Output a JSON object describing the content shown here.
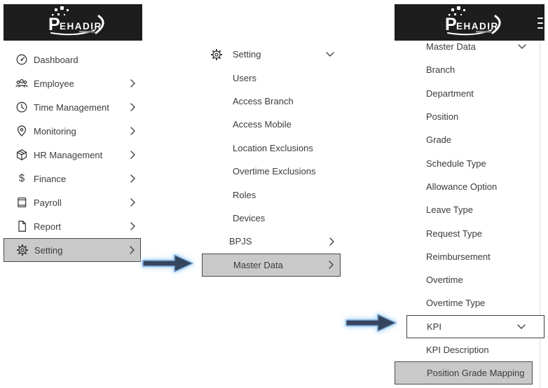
{
  "brand": {
    "name": "PEHADIR"
  },
  "colors": {
    "header_bg": "#1d1d1d",
    "text": "#3b3b3b",
    "highlight_bg": "#c9c9c9",
    "highlight_border": "#4a4a4a",
    "arrow_fill": "#36455e",
    "arrow_glow": "#a8d2f2",
    "divider": "#dcdcdc"
  },
  "panel_left": {
    "items": [
      {
        "label": "Dashboard",
        "icon": "gauge",
        "chevron": null,
        "highlighted": false
      },
      {
        "label": "Employee",
        "icon": "people",
        "chevron": "right",
        "highlighted": false
      },
      {
        "label": "Time Management",
        "icon": "clock",
        "chevron": "right",
        "highlighted": false
      },
      {
        "label": "Monitoring",
        "icon": "location-pin",
        "chevron": "right",
        "highlighted": false
      },
      {
        "label": "HR Management",
        "icon": "cube",
        "chevron": "right",
        "highlighted": false
      },
      {
        "label": "Finance",
        "icon": "dollar",
        "chevron": "right",
        "highlighted": false
      },
      {
        "label": "Payroll",
        "icon": "book",
        "chevron": "right",
        "highlighted": false
      },
      {
        "label": "Report",
        "icon": "document",
        "chevron": "right",
        "highlighted": false
      },
      {
        "label": "Setting",
        "icon": "gear",
        "chevron": "right",
        "highlighted": true
      }
    ]
  },
  "panel_middle": {
    "items": [
      {
        "label": "Setting",
        "icon": "gear",
        "chevron": "down",
        "highlighted": false
      },
      {
        "label": "Users",
        "chevron": null,
        "highlighted": false
      },
      {
        "label": "Access Branch",
        "chevron": null,
        "highlighted": false
      },
      {
        "label": "Access Mobile",
        "chevron": null,
        "highlighted": false
      },
      {
        "label": "Location Exclusions",
        "chevron": null,
        "highlighted": false
      },
      {
        "label": "Overtime Exclusions",
        "chevron": null,
        "highlighted": false
      },
      {
        "label": "Roles",
        "chevron": null,
        "highlighted": false
      },
      {
        "label": "Devices",
        "chevron": null,
        "highlighted": false
      },
      {
        "label": "BPJS",
        "chevron": "right",
        "highlighted": false
      },
      {
        "label": "Master Data",
        "chevron": "right",
        "highlighted": true
      }
    ]
  },
  "panel_right": {
    "items": [
      {
        "label": "Master Data",
        "chevron": "down",
        "highlighted": false
      },
      {
        "label": "Branch",
        "chevron": null,
        "highlighted": false
      },
      {
        "label": "Department",
        "chevron": null,
        "highlighted": false
      },
      {
        "label": "Position",
        "chevron": null,
        "highlighted": false
      },
      {
        "label": "Grade",
        "chevron": null,
        "highlighted": false
      },
      {
        "label": "Schedule Type",
        "chevron": null,
        "highlighted": false
      },
      {
        "label": "Allowance Option",
        "chevron": null,
        "highlighted": false
      },
      {
        "label": "Leave Type",
        "chevron": null,
        "highlighted": false
      },
      {
        "label": "Request Type",
        "chevron": null,
        "highlighted": false
      },
      {
        "label": "Reimbursement",
        "chevron": null,
        "highlighted": false
      },
      {
        "label": "Overtime",
        "chevron": null,
        "highlighted": false
      },
      {
        "label": "Overtime Type",
        "chevron": null,
        "highlighted": false
      },
      {
        "label": "KPI",
        "chevron": "down",
        "highlighted": "outlined"
      },
      {
        "label": "KPI Description",
        "chevron": null,
        "highlighted": false
      },
      {
        "label": "Position Grade Mapping",
        "chevron": null,
        "highlighted": true
      }
    ]
  }
}
